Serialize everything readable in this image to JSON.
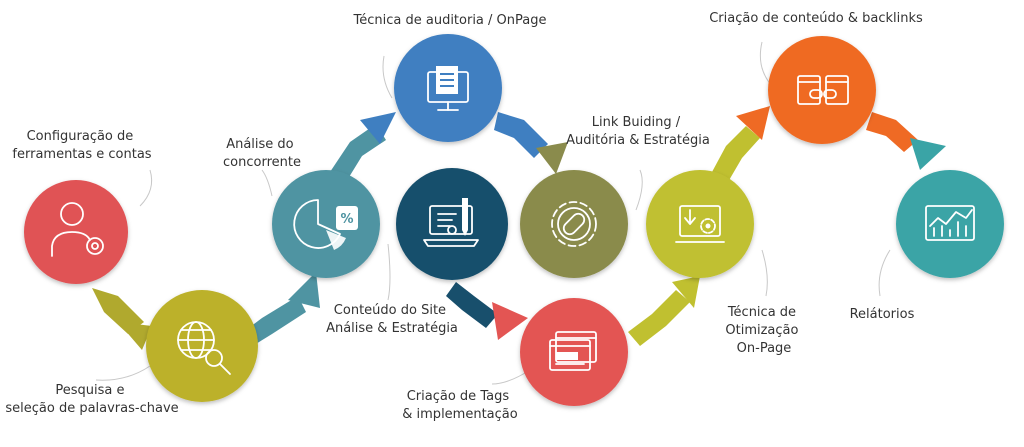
{
  "steps": [
    {
      "id": "config",
      "label": [
        "Configuração de",
        "ferramentas e contas"
      ],
      "color": "#e05254",
      "icon": "user-gear-icon"
    },
    {
      "id": "keywords",
      "label": [
        "Pesquisa e",
        "seleção de palavras-chave"
      ],
      "color": "#bcb12a",
      "icon": "globe-search-icon"
    },
    {
      "id": "competitor",
      "label": [
        "Análise do",
        "concorrente"
      ],
      "color": "#4f94a2",
      "icon": "pie-chart-percent-icon"
    },
    {
      "id": "content",
      "label": [
        "Conteúdo do Site",
        "Análise & Estratégia"
      ],
      "color": "#184f6c",
      "icon": "laptop-pencil-icon"
    },
    {
      "id": "audit",
      "label": [
        "Técnica de auditoria / OnPage"
      ],
      "color": "#3f7fc1",
      "icon": "monitor-checklist-icon"
    },
    {
      "id": "tags",
      "label": [
        "Criação de Tags",
        "& implementação"
      ],
      "color": "#e35553",
      "icon": "browser-windows-icon"
    },
    {
      "id": "linkbuilding",
      "label": [
        "Link Buiding /",
        "Auditória & Estratégia"
      ],
      "color": "#8a8b4c",
      "icon": "gear-link-icon"
    },
    {
      "id": "onpage",
      "label": [
        "Técnica de",
        "Otimização",
        "On-Page"
      ],
      "color": "#c0c030",
      "icon": "laptop-gear-icon"
    },
    {
      "id": "backlinks",
      "label": [
        "Criação de conteúdo & backlinks"
      ],
      "color": "#ef6a24",
      "icon": "linked-windows-icon"
    },
    {
      "id": "reports",
      "label": [
        "Relátorios"
      ],
      "color": "#3aa4a6",
      "icon": "chart-monitor-icon"
    }
  ],
  "connector_colors": {
    "olive": "#a9a336",
    "teal": "#4f94a2",
    "blue": "#3f7fc1",
    "olive_dark": "#8a8b4c",
    "red": "#e35553",
    "yellow_green": "#c0c030",
    "orange": "#ef6a24",
    "cyan": "#3aa4a6",
    "navy": "#184f6c"
  }
}
